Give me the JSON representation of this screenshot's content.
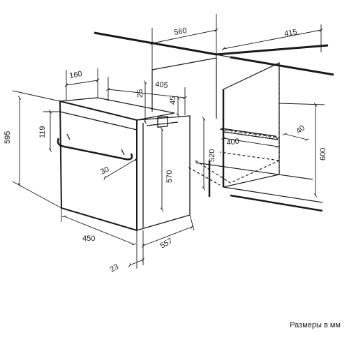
{
  "caption": "Размеры в мм",
  "dimensions": {
    "cabinet_top_depth": "560",
    "cabinet_side_depth": "415",
    "oven_panel_depth": "160",
    "oven_top_depth": "405",
    "gap_top": "25",
    "gap_right": "45",
    "oven_total_height": "595",
    "panel_height": "119",
    "handle_offset": "30",
    "body_height": "570",
    "niche_height": "520",
    "shelf_depth": "400",
    "rail_height": "40",
    "niche_total_height": "600",
    "oven_width": "450",
    "oven_depth": "557",
    "door_thickness": "23"
  },
  "colors": {
    "line": "#1a1a1a",
    "hatch": "#333333"
  }
}
